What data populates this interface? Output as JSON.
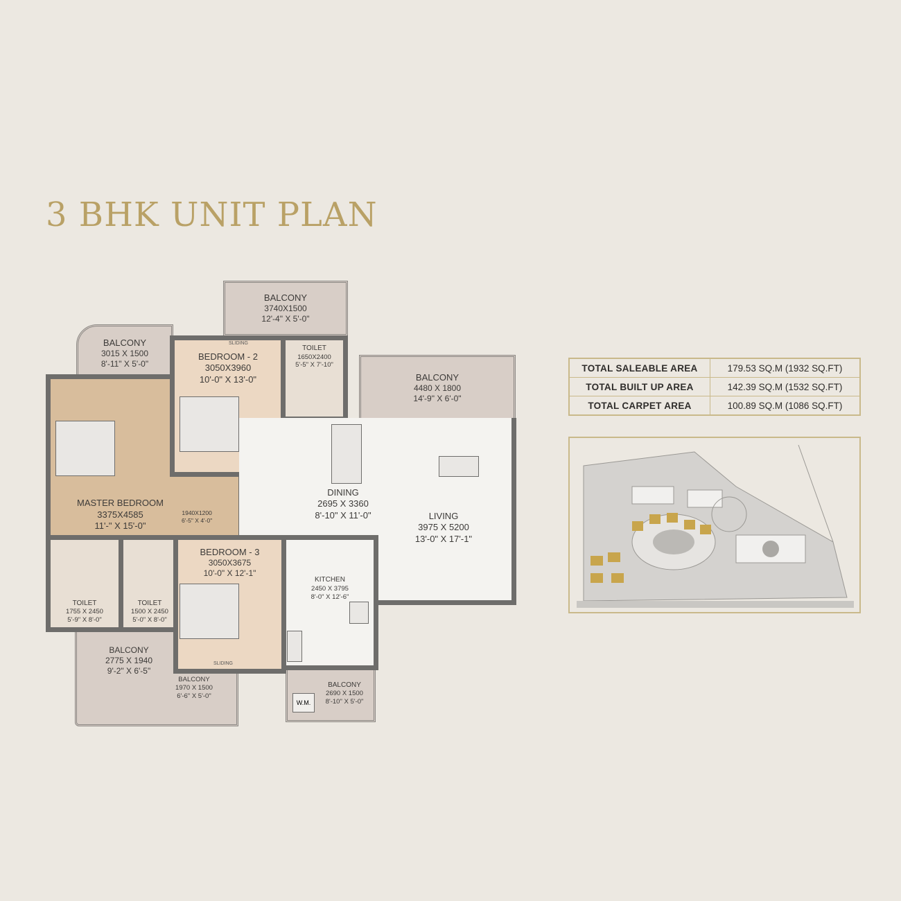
{
  "title": "3 BHK UNIT PLAN",
  "rooms": {
    "balcony_top": {
      "name": "BALCONY",
      "mm": "3740X1500",
      "ft": "12'-4\" X 5'-0\""
    },
    "balcony_tl": {
      "name": "BALCONY",
      "mm": "3015 X 1500",
      "ft": "8'-11\" X 5'-0\""
    },
    "bedroom2": {
      "name": "BEDROOM - 2",
      "mm": "3050X3960",
      "ft": "10'-0\" X 13'-0\""
    },
    "toilet_top": {
      "name": "TOILET",
      "mm": "1650X2400",
      "ft": "5'-5\" X 7'-10\""
    },
    "balcony_right": {
      "name": "BALCONY",
      "mm": "4480 X 1800",
      "ft": "14'-9\" X 6'-0\""
    },
    "master": {
      "name": "MASTER BEDROOM",
      "mm": "3375X4585",
      "ft": "11'-\" X 15'-0\""
    },
    "dress": {
      "mm": "1940X1200",
      "ft": "6'-5\" X 4'-0\""
    },
    "dining": {
      "name": "DINING",
      "mm": "2695 X 3360",
      "ft": "8'-10\" X 11'-0\""
    },
    "living": {
      "name": "LIVING",
      "mm": "3975 X 5200",
      "ft": "13'-0\" X 17'-1\""
    },
    "bedroom3": {
      "name": "BEDROOM - 3",
      "mm": "3050X3675",
      "ft": "10'-0\" X 12'-1\""
    },
    "kitchen": {
      "name": "KITCHEN",
      "mm": "2450 X 3795",
      "ft": "8'-0\" X 12'-6\""
    },
    "toilet1": {
      "name": "TOILET",
      "mm": "1755 X 2450",
      "ft": "5'-9\" X 8'-0\""
    },
    "toilet2": {
      "name": "TOILET",
      "mm": "1500 X 2450",
      "ft": "5'-0\" X 8'-0\""
    },
    "balcony_bl": {
      "name": "BALCONY",
      "mm": "2775 X 1940",
      "ft": "9'-2\" X 6'-5\""
    },
    "balcony_bm": {
      "name": "BALCONY",
      "mm": "1970 X 1500",
      "ft": "6'-6\" X 5'-0\""
    },
    "balcony_br": {
      "name": "BALCONY",
      "mm": "2690 X 1500",
      "ft": "8'-10\" X 5'-0\""
    },
    "wm": "W.M.",
    "sliding": "SLIDING"
  },
  "areas": [
    {
      "label": "TOTAL SALEABLE AREA",
      "value": "179.53 SQ.M (1932 SQ.FT)"
    },
    {
      "label": "TOTAL BUILT UP AREA",
      "value": "142.39 SQ.M (1532 SQ.FT)"
    },
    {
      "label": "TOTAL CARPET AREA",
      "value": "100.89 SQ.M (1086 SQ.FT)"
    }
  ],
  "colors": {
    "gold": "#b9a166",
    "wall": "#6e6d6b",
    "highlight": "#c8a54c"
  }
}
